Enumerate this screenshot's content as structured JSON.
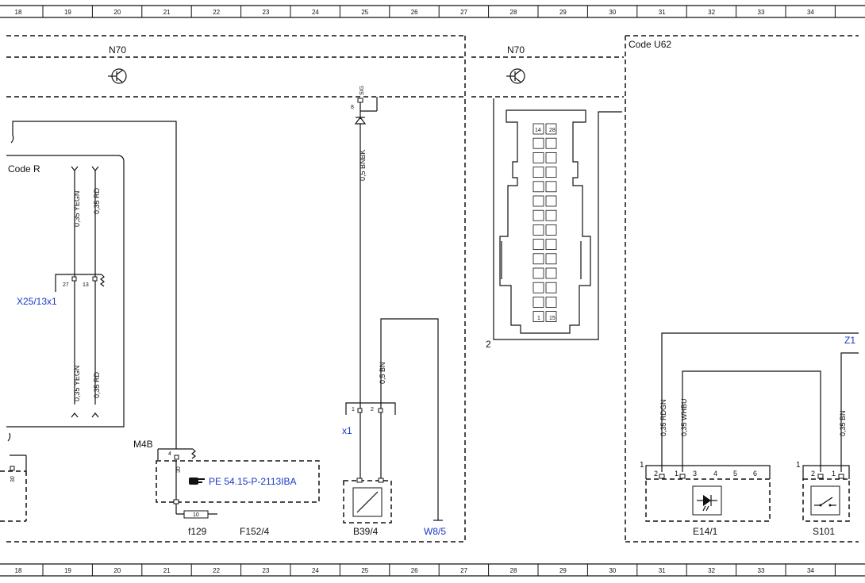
{
  "ruler": [
    "18",
    "19",
    "20",
    "21",
    "22",
    "23",
    "24",
    "25",
    "26",
    "27",
    "28",
    "29",
    "30",
    "31",
    "32",
    "33",
    "34"
  ],
  "areas": {
    "n70_left": "N70",
    "n70_right": "N70",
    "code_u62": "Code U62",
    "code_r": "Code R"
  },
  "wires": {
    "yegn_top": "0,35 YEGN",
    "rd_top": "0,35 RD",
    "yegn_bottom": "0,35 YEGN",
    "rd_bottom": "0,35 RD",
    "bnbk": "0,5 BNBK",
    "bn": "0,5 BN",
    "rdgn": "0,35 RDGN",
    "whbu": "0,35 WHBU",
    "bn_right": "0,35 BN"
  },
  "connectors": {
    "x25": "X25/13x1",
    "x25_pin_a": "27",
    "x25_pin_b": "13",
    "sig": "SIG",
    "pin8": "8",
    "x1": "x1",
    "x1_pin1": "1",
    "x1_pin2": "2",
    "m4b": "M4B",
    "m4b_pin": "4",
    "pin30": "30",
    "pin30_left": "30",
    "pin10": "10",
    "n70_pin2": "2",
    "grid_top_a": "14",
    "grid_top_b": "28",
    "grid_bot_a": "1",
    "grid_bot_b": "15",
    "e14_pin_label": "1",
    "e14_pins": [
      "2",
      "1",
      "3",
      "4",
      "5",
      "6"
    ],
    "s101_pin_label": "1",
    "s101_pins": [
      "2",
      "1"
    ],
    "z1": "Z1"
  },
  "components": {
    "f129": "f129",
    "f152": "F152/4",
    "b39": "B39/4",
    "w8": "W8/5",
    "e14": "E14/1",
    "s101": "S101"
  },
  "reference": {
    "icon": "hand-pointer-icon",
    "text": "PE 54.15-P-2113IBA"
  },
  "colors": {
    "link_blue": "#1a37c8",
    "line": "#111111"
  }
}
